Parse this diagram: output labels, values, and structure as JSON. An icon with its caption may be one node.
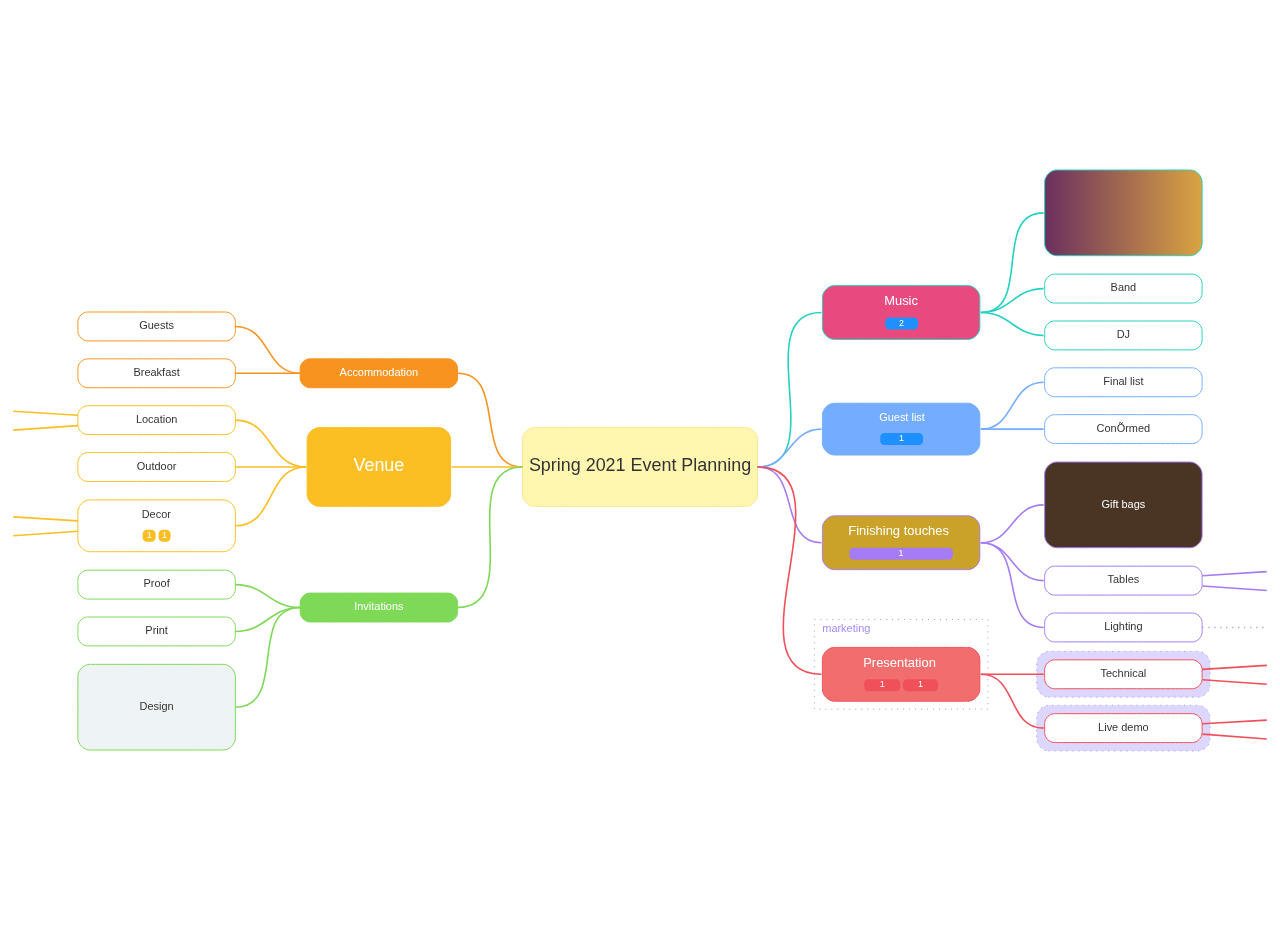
{
  "diagram": {
    "nodes": [
      {
        "text": [
          "Spring 2021 Event Planning"
        ]
      },
      {
        "text": [
          "Accommodation"
        ]
      },
      {
        "text": [
          "Guests"
        ]
      },
      {
        "text": [
          "Breakfast"
        ]
      },
      {
        "text": [
          "Venue"
        ]
      },
      {
        "text": [
          "Location"
        ]
      },
      {
        "text": [
          "Outdoor"
        ]
      },
      {
        "text": [
          "Decor",
          "1",
          "1"
        ]
      },
      {
        "text": [
          "Invitations"
        ]
      },
      {
        "text": [
          "Proof"
        ]
      },
      {
        "text": [
          "Print"
        ]
      },
      {
        "text": [
          "Design"
        ]
      },
      {
        "text": [
          "Music",
          "2"
        ]
      },
      {
        "text": [],
        "shape": "picture"
      },
      {
        "text": [
          "Band"
        ]
      },
      {
        "text": [
          "DJ"
        ]
      },
      {
        "text": [
          "Guest list",
          "1"
        ]
      },
      {
        "text": [
          "Final list"
        ]
      },
      {
        "text": [
          "ConÕrmed"
        ]
      },
      {
        "text": [
          "Finishing touches",
          "1"
        ]
      },
      {
        "text": [
          "Gift bags"
        ]
      },
      {
        "text": [
          "Tables"
        ]
      },
      {
        "text": [
          "Lighting"
        ]
      },
      {
        "text": [
          "marketing"
        ]
      },
      {
        "text": [
          "Presentation",
          "1",
          "1"
        ],
        "in": 23
      },
      {
        "text": [],
        "shape": "box"
      },
      {
        "text": [
          "Technical"
        ],
        "in": 25
      },
      {
        "text": [],
        "shape": "box"
      },
      {
        "text": [
          "Live demo"
        ],
        "in": 27
      }
    ],
    "edges": [
      {
        "from": 0,
        "to": 1,
        "arrow": "none",
        "color": "#f7931e"
      },
      {
        "from": 1,
        "to": 2,
        "arrow": "none",
        "color": "#f7931e"
      },
      {
        "from": 1,
        "to": 3,
        "arrow": "none",
        "color": "#f7931e"
      },
      {
        "from": 0,
        "to": 4,
        "arrow": "none",
        "color": "#fbbf24"
      },
      {
        "from": 4,
        "to": 5,
        "arrow": "none",
        "color": "#fbbf24"
      },
      {
        "from": 5,
        "to": null,
        "arrow": "none",
        "color": "#fbbf24"
      },
      {
        "from": 5,
        "to": null,
        "arrow": "none",
        "color": "#fbbf24"
      },
      {
        "from": 4,
        "to": 6,
        "arrow": "none",
        "color": "#fbbf24"
      },
      {
        "from": 4,
        "to": 7,
        "arrow": "none",
        "color": "#fbbf24"
      },
      {
        "from": 7,
        "to": null,
        "arrow": "none",
        "color": "#fbbf24"
      },
      {
        "from": 7,
        "to": null,
        "arrow": "none",
        "color": "#fbbf24"
      },
      {
        "from": 0,
        "to": 8,
        "arrow": "none",
        "color": "#7ed957"
      },
      {
        "from": 8,
        "to": 9,
        "arrow": "none",
        "color": "#7ed957"
      },
      {
        "from": 8,
        "to": 10,
        "arrow": "none",
        "color": "#7ed957"
      },
      {
        "from": 8,
        "to": 11,
        "arrow": "none",
        "color": "#7ed957"
      },
      {
        "from": 0,
        "to": 12,
        "arrow": "none",
        "color": "#26d0c2"
      },
      {
        "from": 12,
        "to": 13,
        "arrow": "none",
        "color": "#26d0c2"
      },
      {
        "from": 12,
        "to": 14,
        "arrow": "none",
        "color": "#26d0c2"
      },
      {
        "from": 12,
        "to": 15,
        "arrow": "none",
        "color": "#26d0c2"
      },
      {
        "from": 0,
        "to": 16,
        "arrow": "none",
        "color": "#74adff"
      },
      {
        "from": 16,
        "to": 17,
        "arrow": "none",
        "color": "#74adff"
      },
      {
        "from": 16,
        "to": 18,
        "arrow": "none",
        "color": "#74adff"
      },
      {
        "from": 0,
        "to": 19,
        "arrow": "none",
        "color": "#a57cf5"
      },
      {
        "from": 19,
        "to": 20,
        "arrow": "none",
        "color": "#a57cf5"
      },
      {
        "from": 19,
        "to": 21,
        "arrow": "none",
        "color": "#a57cf5"
      },
      {
        "from": 19,
        "to": 22,
        "arrow": "none",
        "color": "#a57cf5"
      },
      {
        "from": 21,
        "to": null,
        "arrow": "none",
        "color": "#a57cf5"
      },
      {
        "from": 21,
        "to": null,
        "arrow": "none",
        "color": "#a57cf5"
      },
      {
        "from": 22,
        "to": null,
        "arrow": "none",
        "style": "dashed",
        "color": "#a57cf5"
      },
      {
        "from": 0,
        "to": 24,
        "arrow": "none",
        "color": "#f0505a"
      },
      {
        "from": 24,
        "to": 26,
        "arrow": "none",
        "color": "#f0505a"
      },
      {
        "from": 24,
        "to": 28,
        "arrow": "none",
        "color": "#f0505a"
      },
      {
        "from": 26,
        "to": null,
        "arrow": "none",
        "color": "#f0505a"
      },
      {
        "from": 26,
        "to": null,
        "arrow": "none",
        "color": "#f0505a"
      },
      {
        "from": 28,
        "to": null,
        "arrow": "none",
        "color": "#f0505a"
      },
      {
        "from": 28,
        "to": null,
        "arrow": "none",
        "color": "#f0505a"
      }
    ]
  }
}
